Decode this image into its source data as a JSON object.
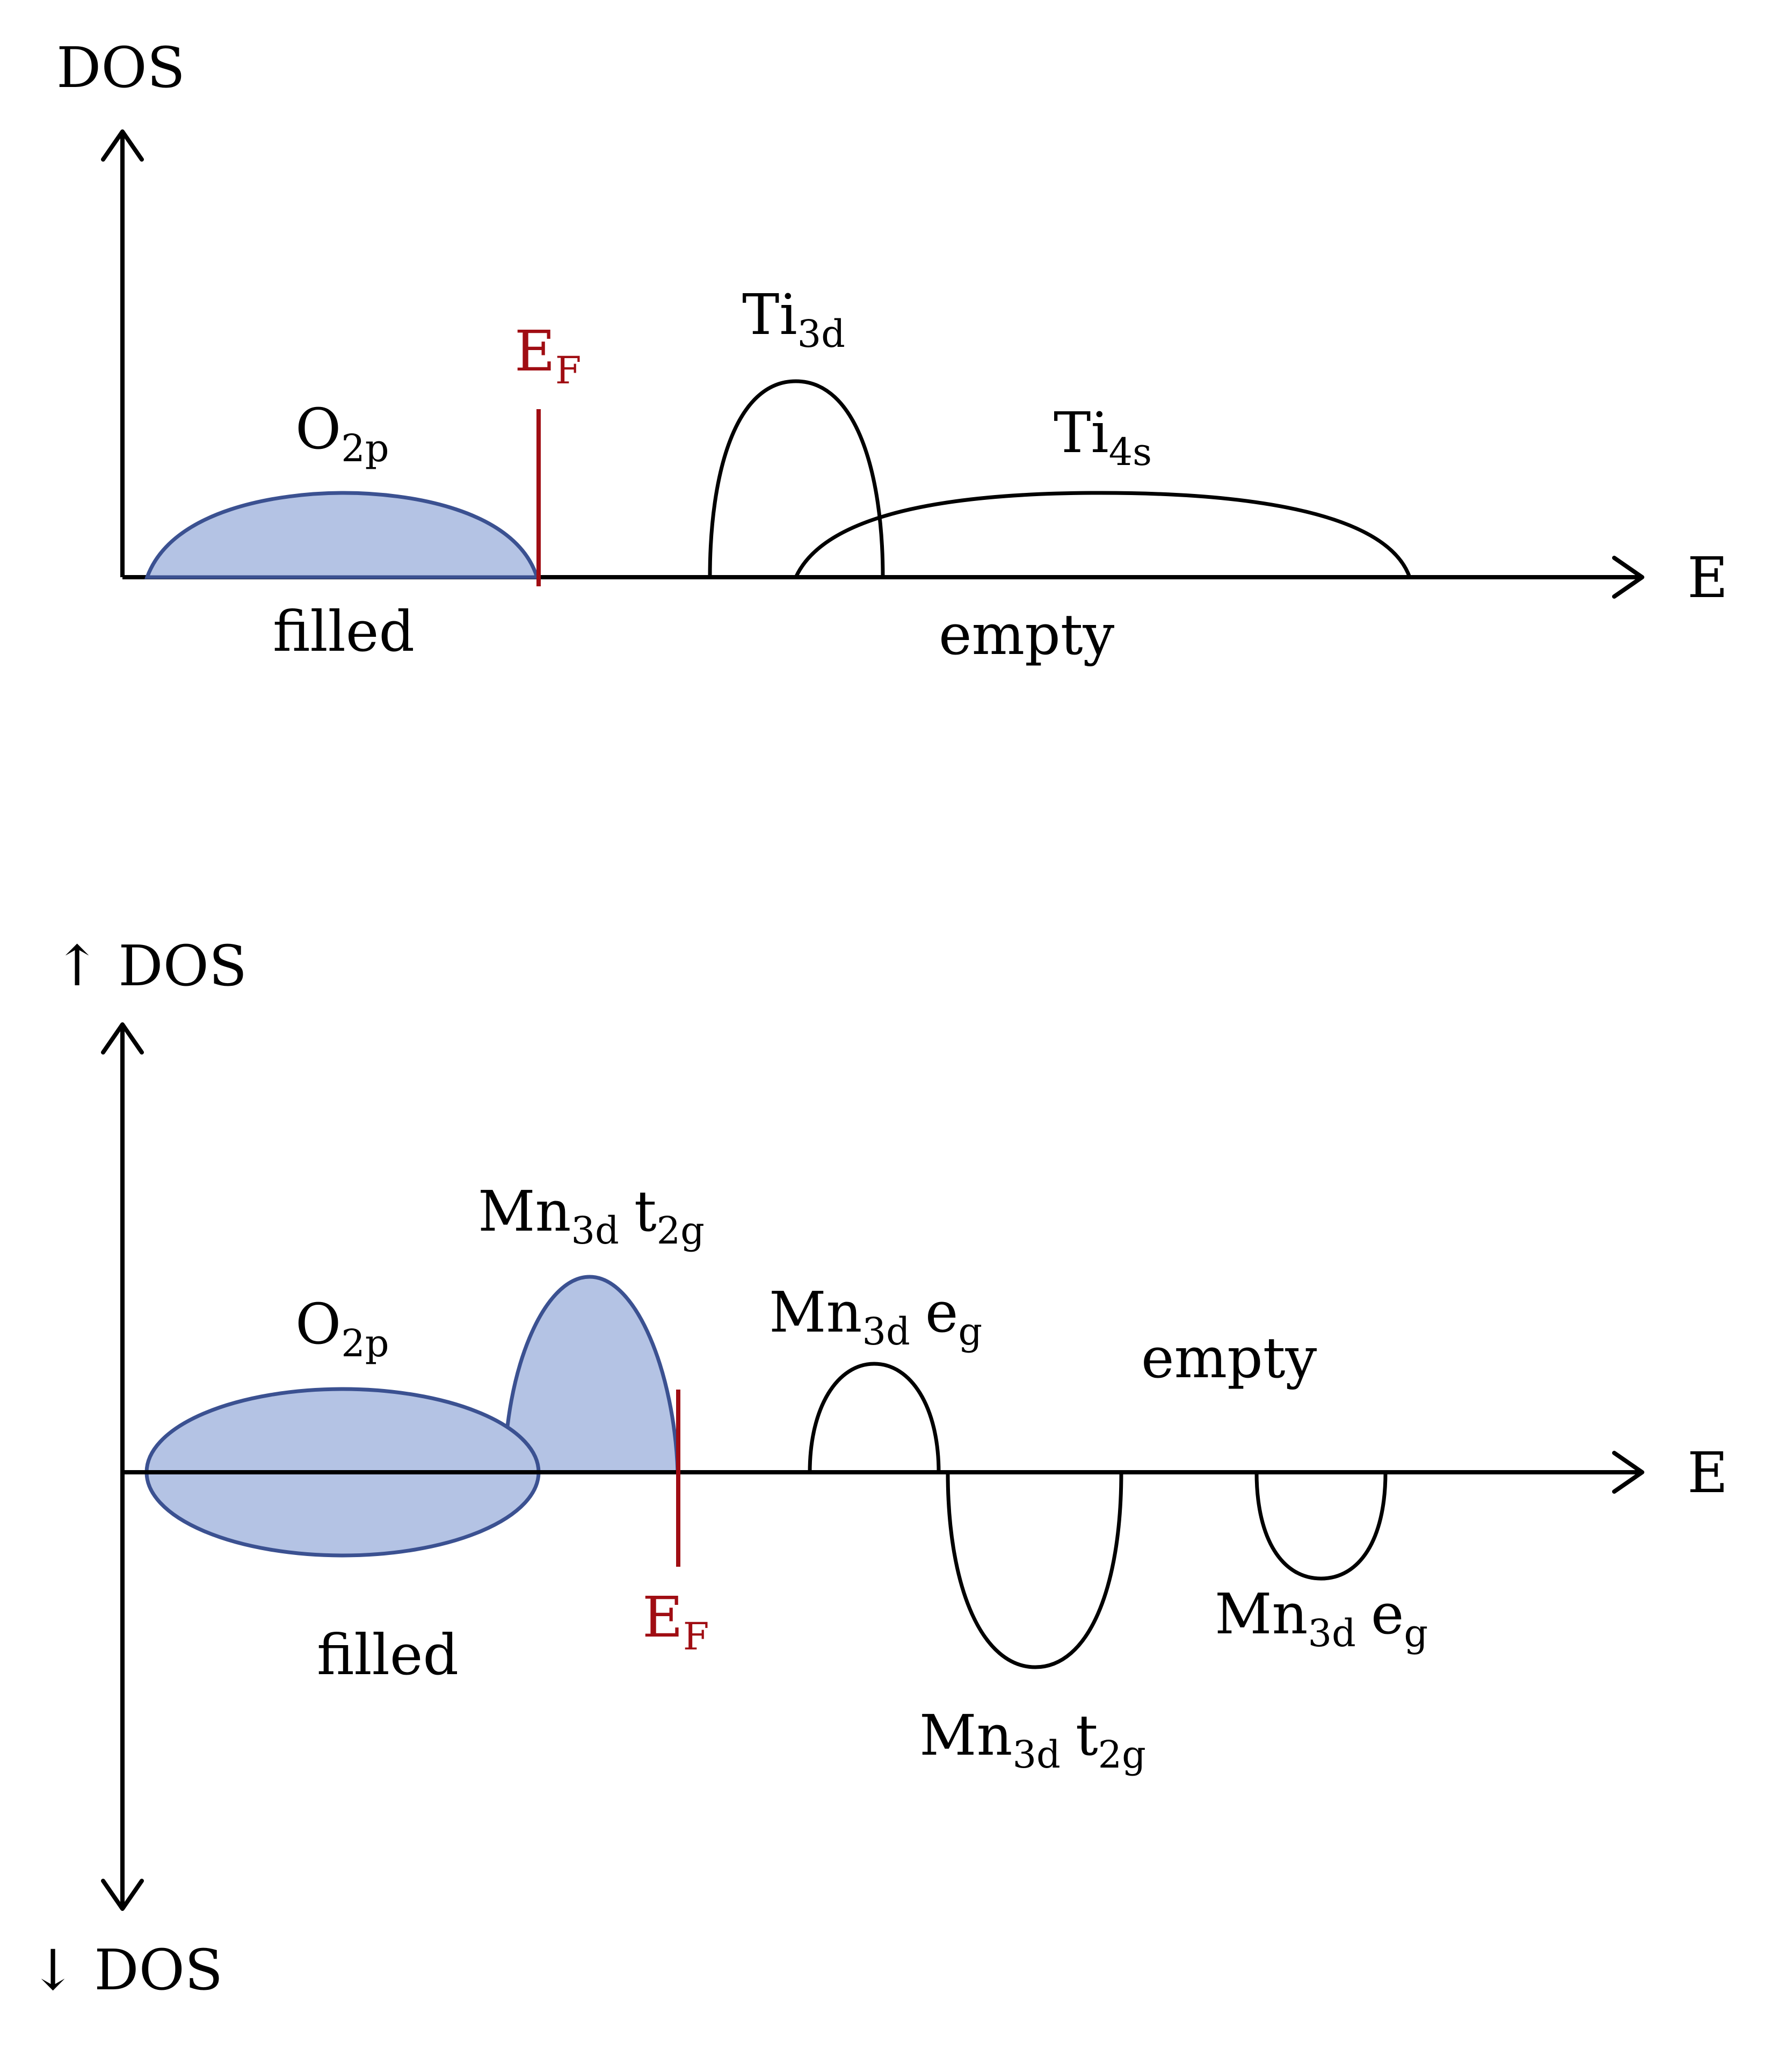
{
  "colors": {
    "axis": "#000000",
    "fermi_level": "#a00d13",
    "filled_band_fill": "#b4c3e4",
    "filled_band_stroke": "#3b5191",
    "empty_band_stroke": "#000000"
  },
  "top_panel": {
    "y_axis_label": "DOS",
    "x_axis_label": "E",
    "fermi": {
      "main": "E",
      "sub": "F"
    },
    "bands": {
      "o2p": {
        "main": "O",
        "sub": "2p",
        "state": "filled"
      },
      "ti3d": {
        "main": "Ti",
        "sub": "3d",
        "state": "empty"
      },
      "ti4s": {
        "main": "Ti",
        "sub": "4s",
        "state": "empty"
      }
    },
    "filled_label": "filled",
    "empty_label": "empty"
  },
  "bottom_panel": {
    "y_axis_up_label": "↑ DOS",
    "y_axis_down_label": "↓ DOS",
    "x_axis_label": "E",
    "fermi": {
      "main": "E",
      "sub": "F"
    },
    "bands": {
      "o2p": {
        "main": "O",
        "sub": "2p",
        "state": "filled"
      },
      "mn3d_t2g_up": {
        "main": "Mn",
        "sub1": "3d",
        "main2": "t",
        "sub2": "2g",
        "state": "filled"
      },
      "mn3d_eg_up": {
        "main": "Mn",
        "sub1": "3d",
        "main2": "e",
        "sub2": "g",
        "state": "empty"
      },
      "mn3d_t2g_down": {
        "main": "Mn",
        "sub1": "3d",
        "main2": "t",
        "sub2": "2g",
        "state": "empty"
      },
      "mn3d_eg_down": {
        "main": "Mn",
        "sub1": "3d",
        "main2": "e",
        "sub2": "g",
        "state": "empty"
      }
    },
    "filled_label": "filled",
    "empty_label": "empty"
  }
}
